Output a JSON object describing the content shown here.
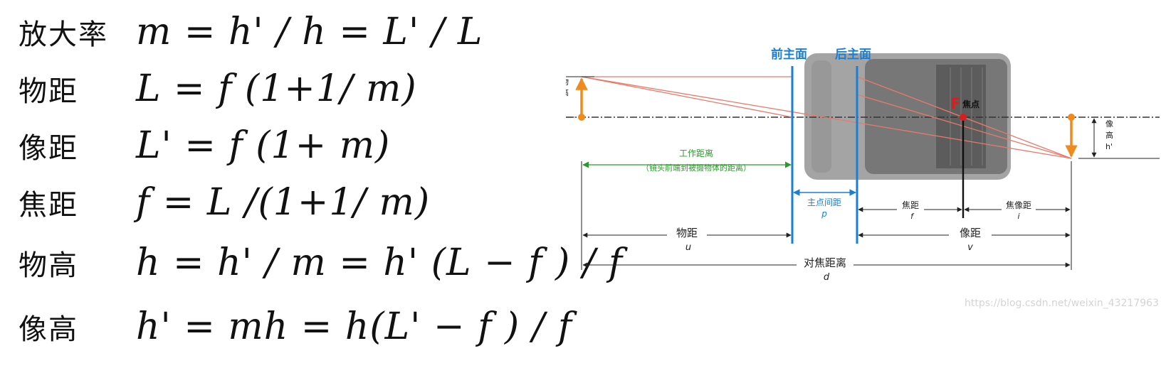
{
  "formulas": [
    {
      "label": "放大率",
      "expr": "m = h' / h = L' / L"
    },
    {
      "label": "物距",
      "expr": "L = f (1+1/ m)"
    },
    {
      "label": "像距",
      "expr": "L' = f (1+ m)"
    },
    {
      "label": "焦距",
      "expr": "f = L /(1+1/ m)"
    },
    {
      "label": "物高",
      "expr": "h = h' / m = h' (L − f ) / f"
    },
    {
      "label": "像高",
      "expr": "h' = mh = h(L' − f ) / f"
    }
  ],
  "diagram": {
    "front_principal_plane": "前主面",
    "rear_principal_plane": "后主面",
    "object_height_label": "物\n高\nh",
    "image_height_label": "像\n高\nh'",
    "focal_point_letter": "F",
    "focal_point_label": "焦点",
    "working_distance": "工作距离",
    "working_distance_note": "（镜头前端到被摄物体的距离）",
    "principal_spacing": "主点间距",
    "principal_spacing_symbol": "p",
    "focal_length": "焦距",
    "focal_length_symbol": "f",
    "image_focal_distance": "焦像距",
    "image_focal_distance_symbol": "i",
    "object_distance": "物距",
    "object_distance_symbol": "u",
    "image_distance": "像距",
    "image_distance_symbol": "v",
    "focus_distance": "对焦距离",
    "focus_distance_symbol": "d",
    "watermark": "https://blog.csdn.net/weixin_43217963"
  },
  "colors": {
    "principal_plane": "#1a7fd4",
    "working_distance": "#2a9a2a",
    "ray": "#e87a6a",
    "object_arrow": "#f08a1c",
    "focal_point": "#d81e1e",
    "dimension": "#222222"
  }
}
